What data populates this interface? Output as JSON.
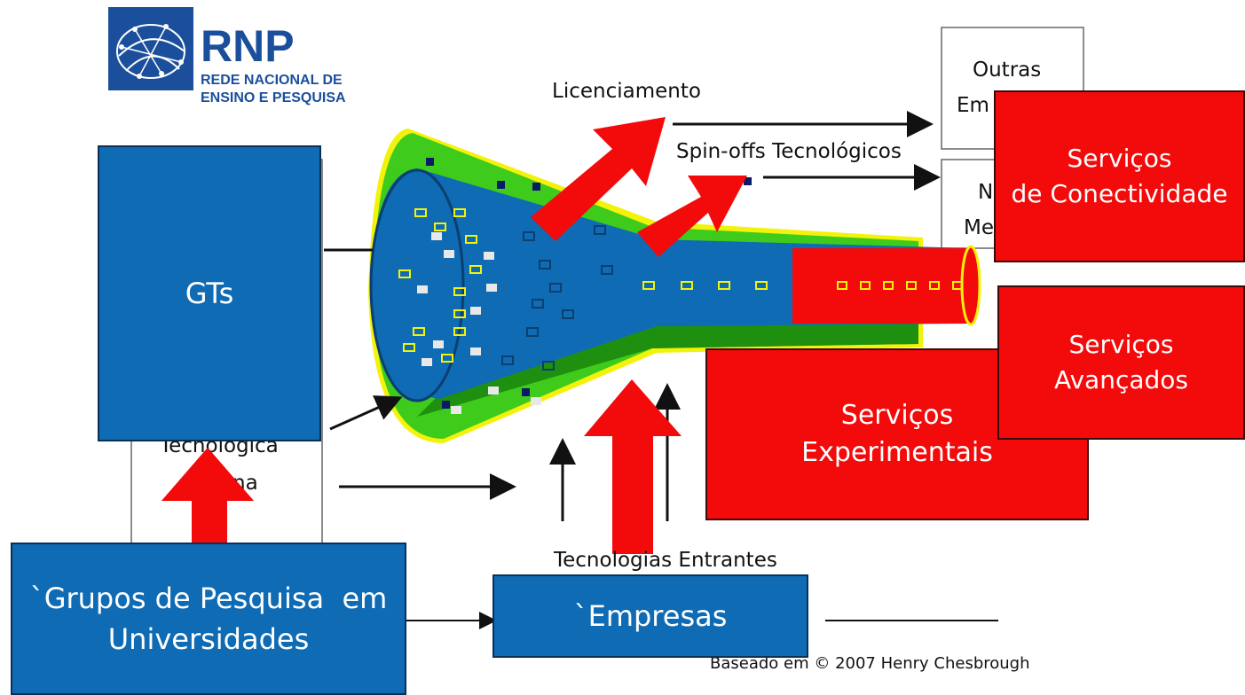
{
  "logo": {
    "acronym": "RNP",
    "line1": "REDE NACIONAL DE",
    "line2": "ENSINO E PESQUISA"
  },
  "labels": {
    "licenciamento": "Licenciamento",
    "spinoffs": "Spin-offs Tecnológicos",
    "tecnologias_entrantes": "Tecnologias Entrantes",
    "credit": "Baseado em © 2007 Henry Chesbrough"
  },
  "partial": {
    "outras_line1": "Outras",
    "outras_line2": "Em",
    "novos_line1": "N",
    "novos_line2": "Me",
    "tec_line1": "Tecnológica",
    "tec_line2": "na"
  },
  "boxes": {
    "gts": "GTs",
    "grupos_line1": "`Grupos de Pesquisa  em",
    "grupos_line2": "Universidades",
    "empresas": "`Empresas",
    "conectividade_line1": "Serviços",
    "conectividade_line2": "de Conectividade",
    "avancados_line1": "Serviços",
    "avancados_line2": "Avançados",
    "experimentais_line1": "Serviços",
    "experimentais_line2": "Experimentais"
  },
  "colors": {
    "blue": "#0F6BB3",
    "red": "#F30A0A",
    "green": "#3ECB1B",
    "yellow": "#F2F20A"
  }
}
